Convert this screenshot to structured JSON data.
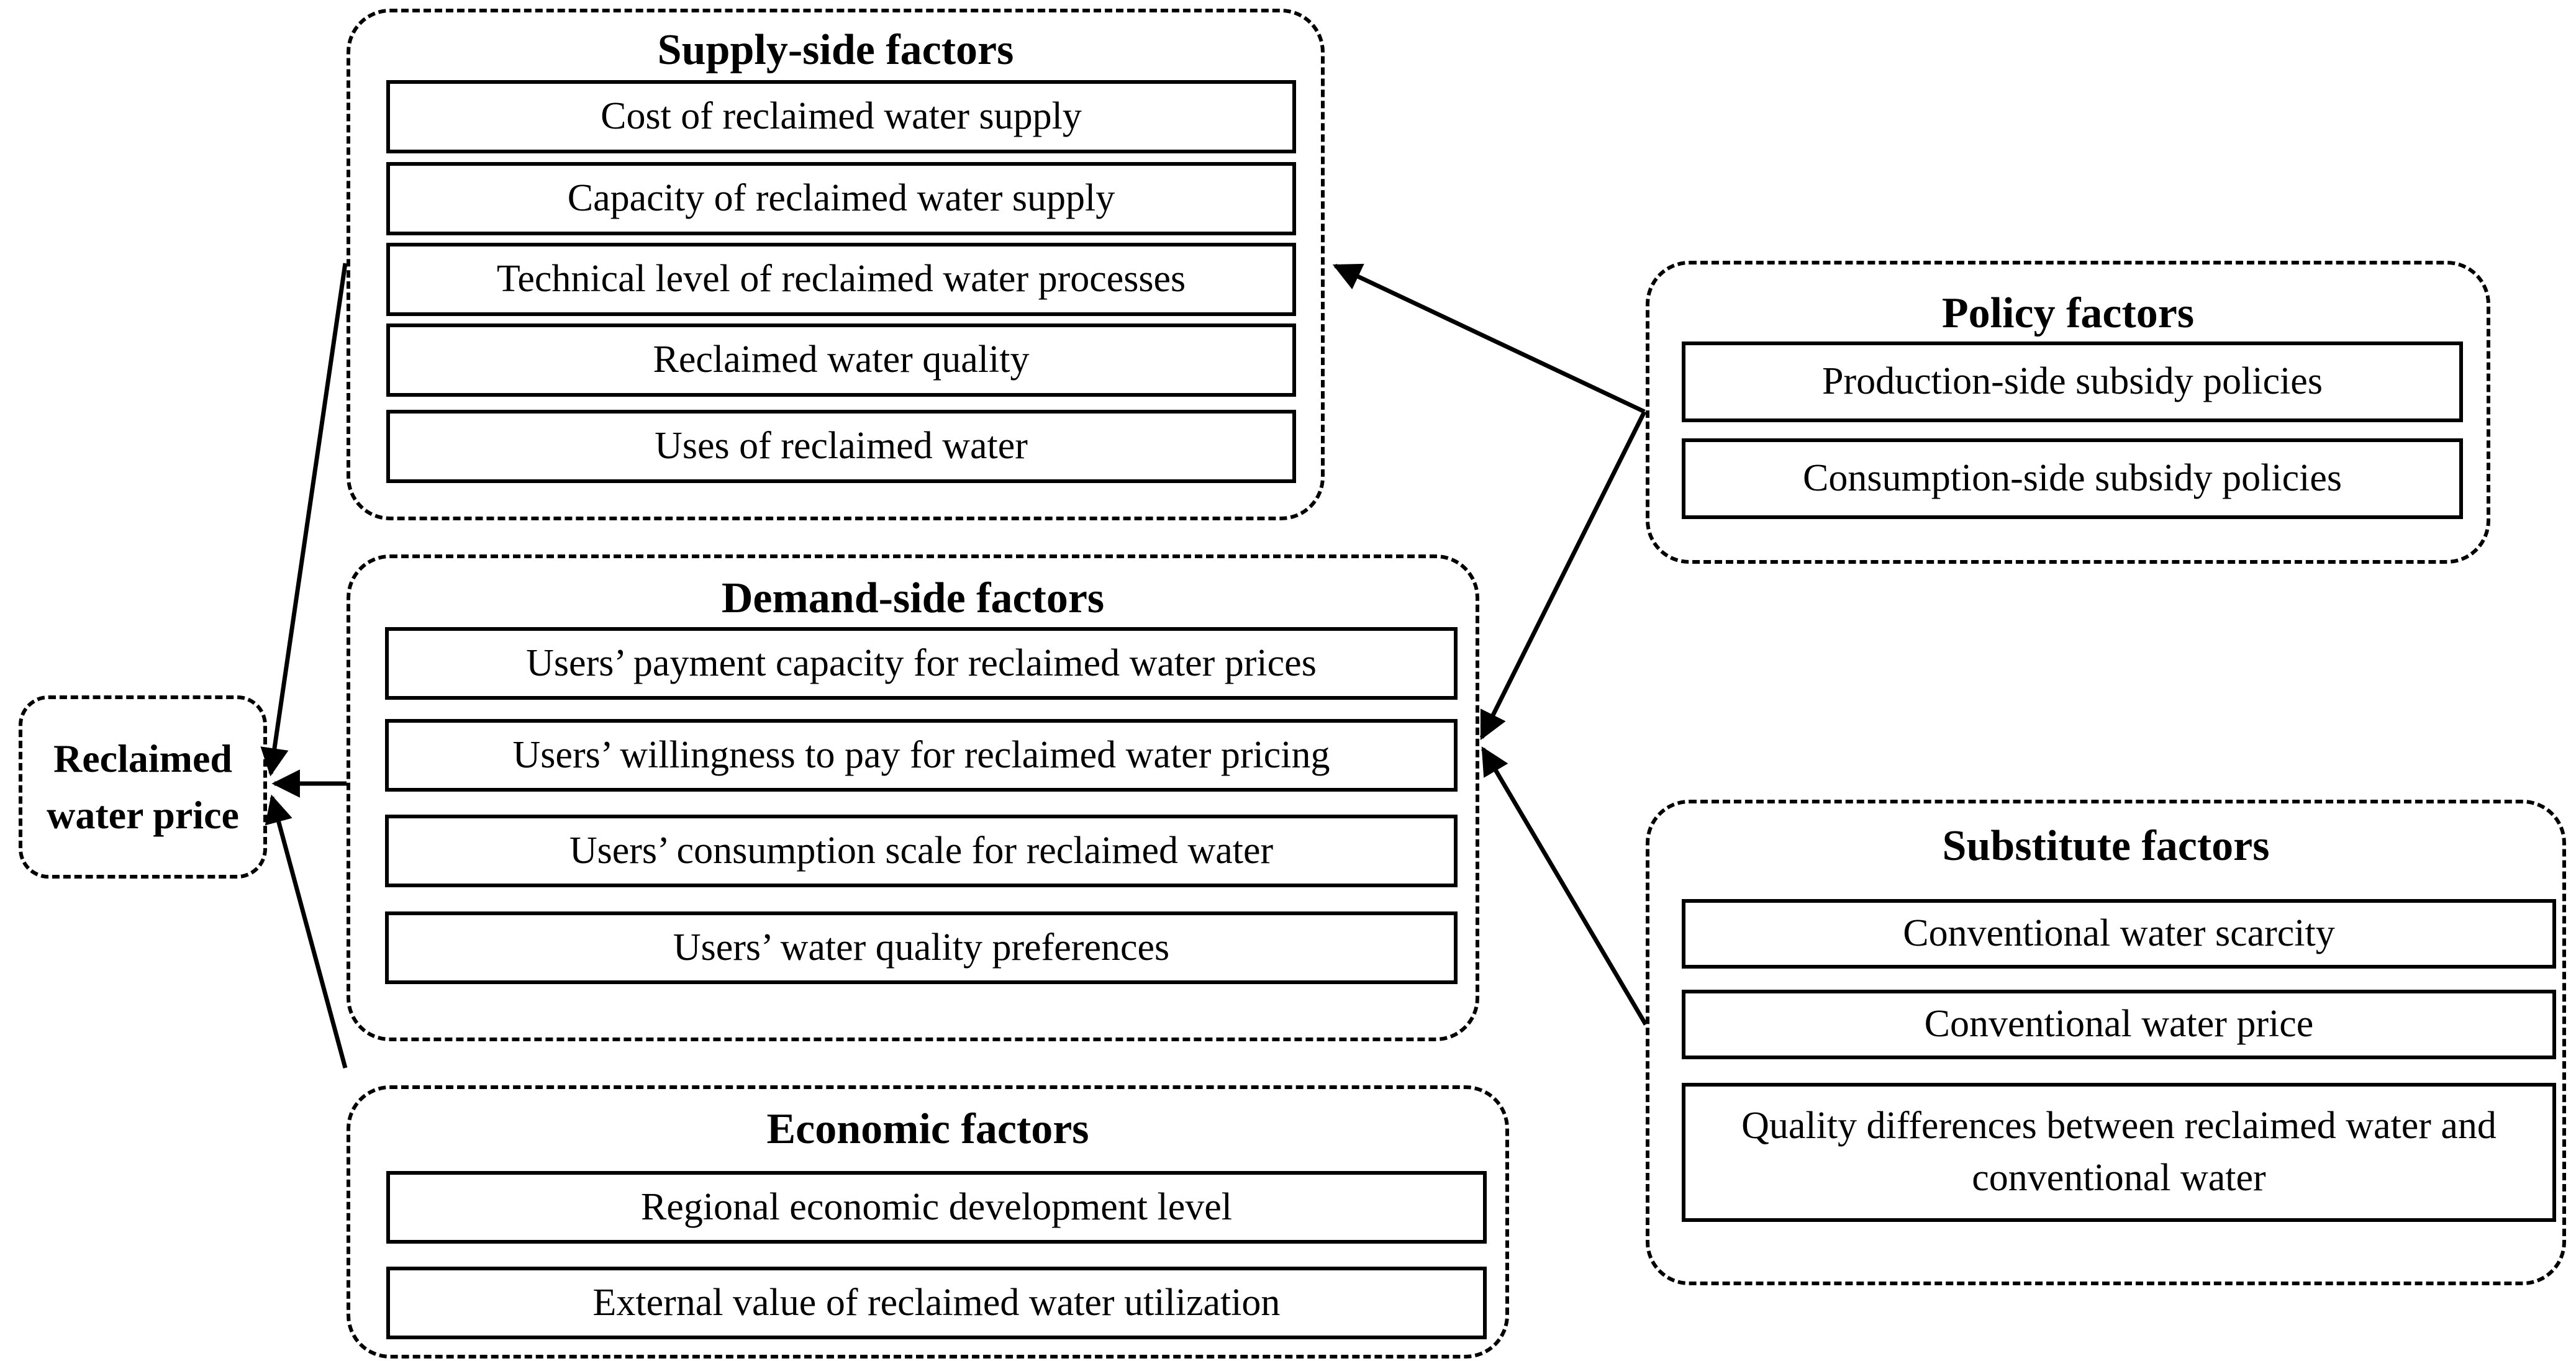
{
  "diagram": {
    "background": "#ffffff",
    "line_color": "#000000",
    "price_node": {
      "label": "Reclaimed water price"
    },
    "groups": [
      {
        "id": "supply",
        "title": "Supply-side factors",
        "items": [
          "Cost of reclaimed water supply",
          "Capacity of reclaimed water supply",
          "Technical level of reclaimed water processes",
          "Reclaimed water quality",
          "Uses of reclaimed water"
        ]
      },
      {
        "id": "demand",
        "title": "Demand-side factors",
        "items": [
          "Users’ payment capacity for reclaimed water prices",
          "Users’ willingness to pay for reclaimed water pricing",
          "Users’ consumption scale for reclaimed water",
          "Users’ water quality preferences"
        ]
      },
      {
        "id": "economic",
        "title": "Economic factors",
        "items": [
          "Regional economic development level",
          "External value of reclaimed water utilization"
        ]
      },
      {
        "id": "policy",
        "title": "Policy factors",
        "items": [
          "Production-side subsidy policies",
          "Consumption-side subsidy policies"
        ]
      },
      {
        "id": "substitute",
        "title": "Substitute factors",
        "items": [
          "Conventional water scarcity",
          "Conventional water price",
          "Quality differences between reclaimed water and conventional water"
        ]
      }
    ],
    "edges": [
      {
        "from": "supply-side-factors",
        "to": "reclaimed-water-price"
      },
      {
        "from": "demand-side-factors",
        "to": "reclaimed-water-price"
      },
      {
        "from": "economic-factors",
        "to": "reclaimed-water-price"
      },
      {
        "from": "policy-factors",
        "to": "supply-side-factors"
      },
      {
        "from": "policy-factors",
        "to": "demand-side-factors"
      },
      {
        "from": "substitute-factors",
        "to": "demand-side-factors"
      }
    ]
  }
}
